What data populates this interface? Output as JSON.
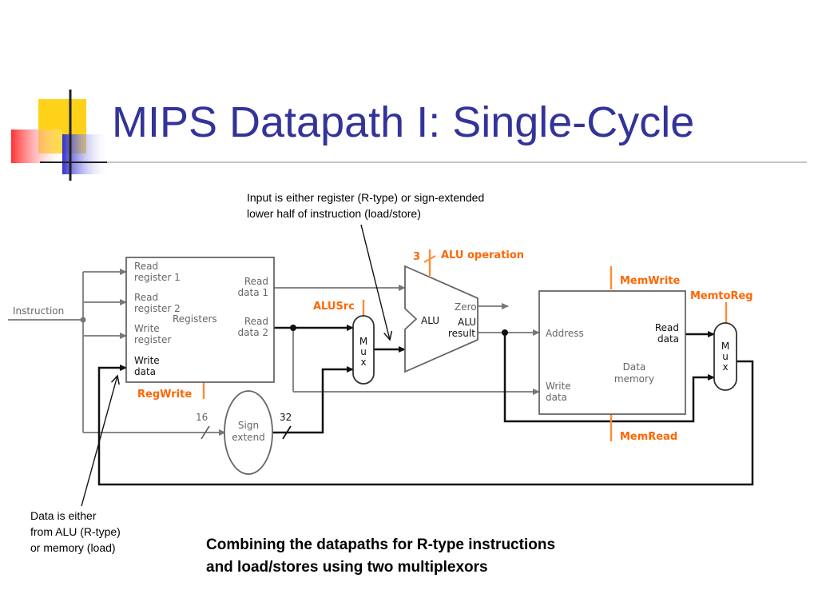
{
  "title": "MIPS Datapath I: Single-Cycle",
  "annotations": {
    "input_note": [
      "Input is either register (R-type) or sign-extended",
      "lower half of instruction (load/store)"
    ],
    "data_note": [
      "Data is either",
      "from ALU (R-type)",
      "or memory (load)"
    ]
  },
  "caption": [
    "Combining the datapaths for R-type instructions",
    "and load/stores using two multiplexors"
  ],
  "diagram": {
    "instruction": "Instruction",
    "registers": {
      "name": "Registers",
      "read_register_1": [
        "Read",
        "register 1"
      ],
      "read_register_2": [
        "Read",
        "register 2"
      ],
      "write_register": [
        "Write",
        "register"
      ],
      "write_data": [
        "Write",
        "data"
      ],
      "read_data_1": [
        "Read",
        "data 1"
      ],
      "read_data_2": [
        "Read",
        "data 2"
      ]
    },
    "alu": {
      "name": "ALU",
      "zero": "Zero",
      "result": [
        "ALU",
        "result"
      ]
    },
    "alu_operation": "ALU operation",
    "alu_op_bits": "3",
    "alusrc": "ALUSrc",
    "regwrite": "RegWrite",
    "memwrite": "MemWrite",
    "memread": "MemRead",
    "memtoreg": "MemtoReg",
    "mux_label": [
      "M",
      "u",
      "x"
    ],
    "sign_extend": [
      "Sign",
      "extend"
    ],
    "bits_in": "16",
    "bits_out": "32",
    "data_memory": {
      "name": [
        "Data",
        "memory"
      ],
      "address": "Address",
      "write_data": [
        "Write",
        "data"
      ],
      "read_data": [
        "Read",
        "data"
      ]
    }
  },
  "colors": {
    "title": "#33339a",
    "control": "#ff6600",
    "decor_yellow": "#ffd21a",
    "decor_red": "#ff3c3c",
    "decor_blue": "#3b3bd6"
  }
}
